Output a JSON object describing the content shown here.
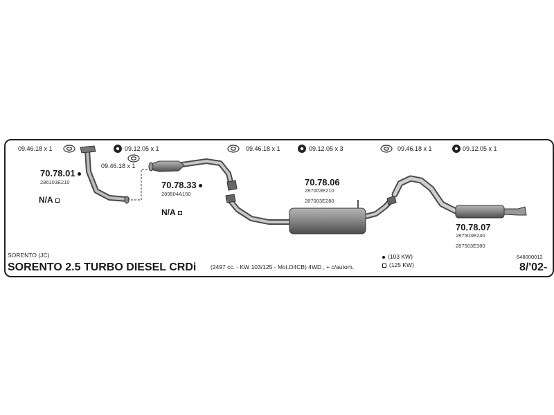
{
  "refs": {
    "r1": "09.46.18 x 1",
    "r2": "09.12.05 x 1",
    "r3": "09.46.18 x 1",
    "r4": "09.12.05 x 3",
    "r5": "09.46.18 x 1",
    "r6": "09.12.05 x 1",
    "r7": "09.46.18 x 1"
  },
  "parts": {
    "p1": {
      "number": "70.78.01",
      "code": "286103E210"
    },
    "p2": {
      "number": "70.78.33",
      "code": "289504A150"
    },
    "p3": {
      "number": "70.78.06",
      "code1": "287003E210",
      "code2": "287003E280"
    },
    "p4": {
      "number": "70.78.07",
      "code1": "287503E240",
      "code2": "287503E380"
    }
  },
  "na": {
    "n1": "N/A",
    "n2": "N/A"
  },
  "footer": {
    "model_small": "SORENTO (JC)",
    "title": "SORENTO 2.5 TURBO DIESEL CRDi",
    "spec": "(2497 cc. - KW 103/125 - Mot.D4CB) 4WD , + c/autom.",
    "legend1": "(103 KW)",
    "legend2": "(125 KW)",
    "catalog": "648000012",
    "date": "8/'02-"
  },
  "icons": {
    "gasket": "gasket-ring-icon",
    "nut": "flange-nut-icon",
    "filled_marker": "filled-dot-marker",
    "square_marker": "open-square-marker"
  }
}
